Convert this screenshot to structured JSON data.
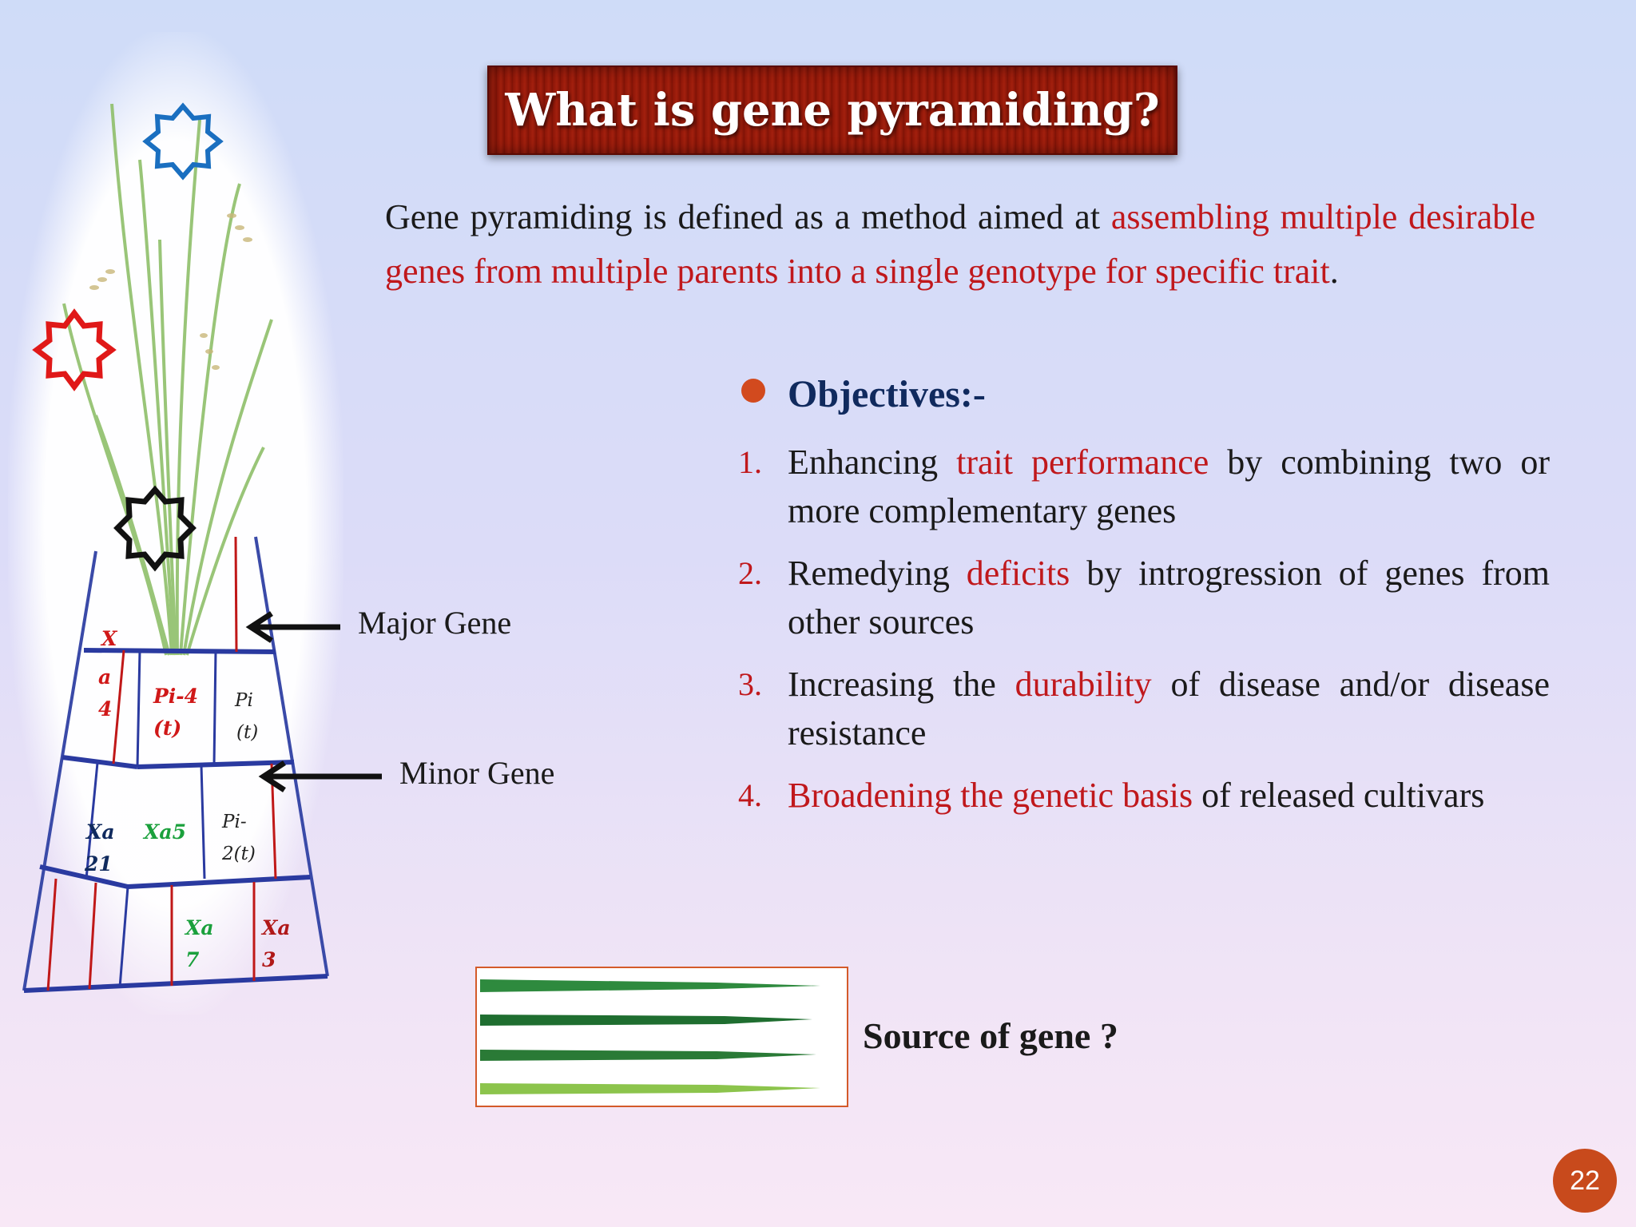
{
  "title": "What is gene pyramiding?",
  "definition": {
    "lead": "Gene pyramiding is defined as a method aimed at ",
    "highlight": "assembling multiple desirable genes from multiple parents into a single genotype for specific trait",
    "end": "."
  },
  "objectives": {
    "heading": "Objectives:-",
    "items": [
      {
        "num": "1.",
        "before": "Enhancing ",
        "highlight": "trait performance",
        "after": " by combining two or more  complementary genes"
      },
      {
        "num": "2.",
        "before": "Remedying ",
        "highlight": "deficits",
        "after": " by introgression of genes from other sources"
      },
      {
        "num": "3.",
        "before": "Increasing the ",
        "highlight": "durability",
        "after": "  of disease and/or disease resistance"
      },
      {
        "num": "4.",
        "before": "",
        "highlight": "Broadening the genetic basis",
        "after": " of released cultivars"
      }
    ]
  },
  "labels": {
    "major_gene": "Major Gene",
    "minor_gene": "Minor Gene"
  },
  "pyramid_genes": {
    "row1": [
      "X",
      "a",
      "4",
      "Pi-4",
      "(t)",
      "Pi",
      "(t)"
    ],
    "row2": [
      "Xa",
      "21",
      "Xa5",
      "Pi-",
      "2(t)"
    ],
    "row3": [
      "Xa",
      "7",
      "Xa",
      "3"
    ]
  },
  "source_label": "Source of gene ?",
  "page_number": "22",
  "colors": {
    "accent_red": "#c0181c",
    "title_bg": "#8c1608",
    "bullet": "#d24a1e",
    "heading_navy": "#102a5e",
    "gene_green": "#1aa03c"
  },
  "icons": [
    "blue-starburst-icon",
    "red-starburst-icon",
    "black-starburst-icon",
    "left-arrow-icon"
  ]
}
